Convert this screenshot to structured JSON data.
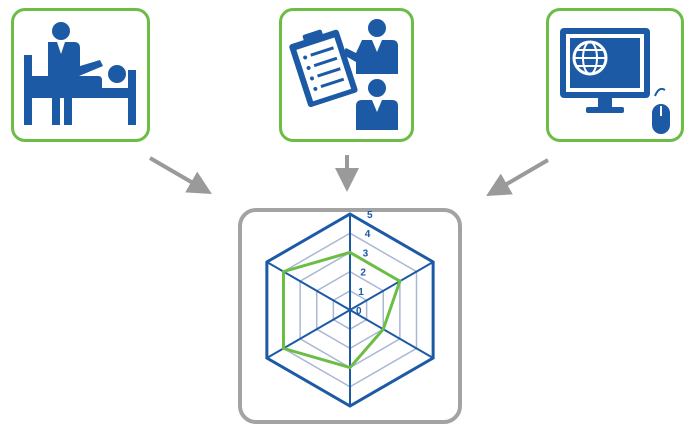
{
  "colors": {
    "accent_green": "#6cbd45",
    "icon_blue": "#1c5aa6",
    "frame_grey": "#a3a3a3",
    "grid_light": "#aab8d4",
    "arrow_grey": "#9a9a9a"
  },
  "inputs": [
    {
      "icon": "doctor-patient-bed-icon"
    },
    {
      "icon": "clipboard-meeting-icon"
    },
    {
      "icon": "computer-web-mouse-icon"
    }
  ],
  "radar": {
    "axes_count": 6,
    "scale_labels": [
      "0",
      "1",
      "2",
      "3",
      "4",
      "5"
    ],
    "range": [
      0,
      5
    ],
    "profile_values": [
      3,
      3,
      2,
      3,
      4,
      4
    ]
  }
}
